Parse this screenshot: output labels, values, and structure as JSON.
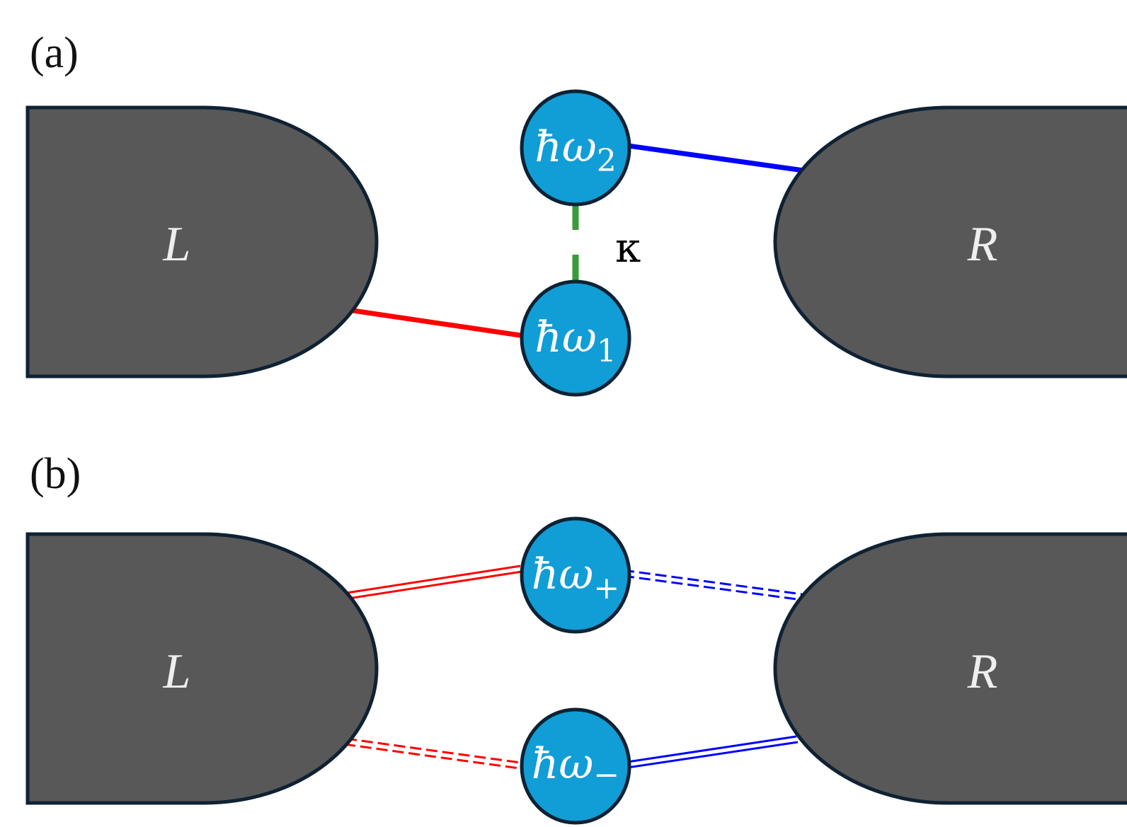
{
  "panels": [
    {
      "label": "(a)",
      "left_lead": "L",
      "right_lead": "R",
      "nodes": [
        {
          "symbol": "ħω",
          "subscript": "2"
        },
        {
          "symbol": "ħω",
          "subscript": "1"
        }
      ],
      "coupling_label": "κ"
    },
    {
      "label": "(b)",
      "left_lead": "L",
      "right_lead": "R",
      "nodes": [
        {
          "symbol": "ħω",
          "subscript": "+"
        },
        {
          "symbol": "ħω",
          "subscript": "−"
        }
      ]
    }
  ],
  "colors": {
    "lead_fill": "#585858",
    "lead_outline": "#0f2233",
    "node_fill": "#119dd6",
    "left_coupling": "#ff0000",
    "right_coupling": "#0000ff",
    "interdot_coupling": "#3a9b3a"
  }
}
